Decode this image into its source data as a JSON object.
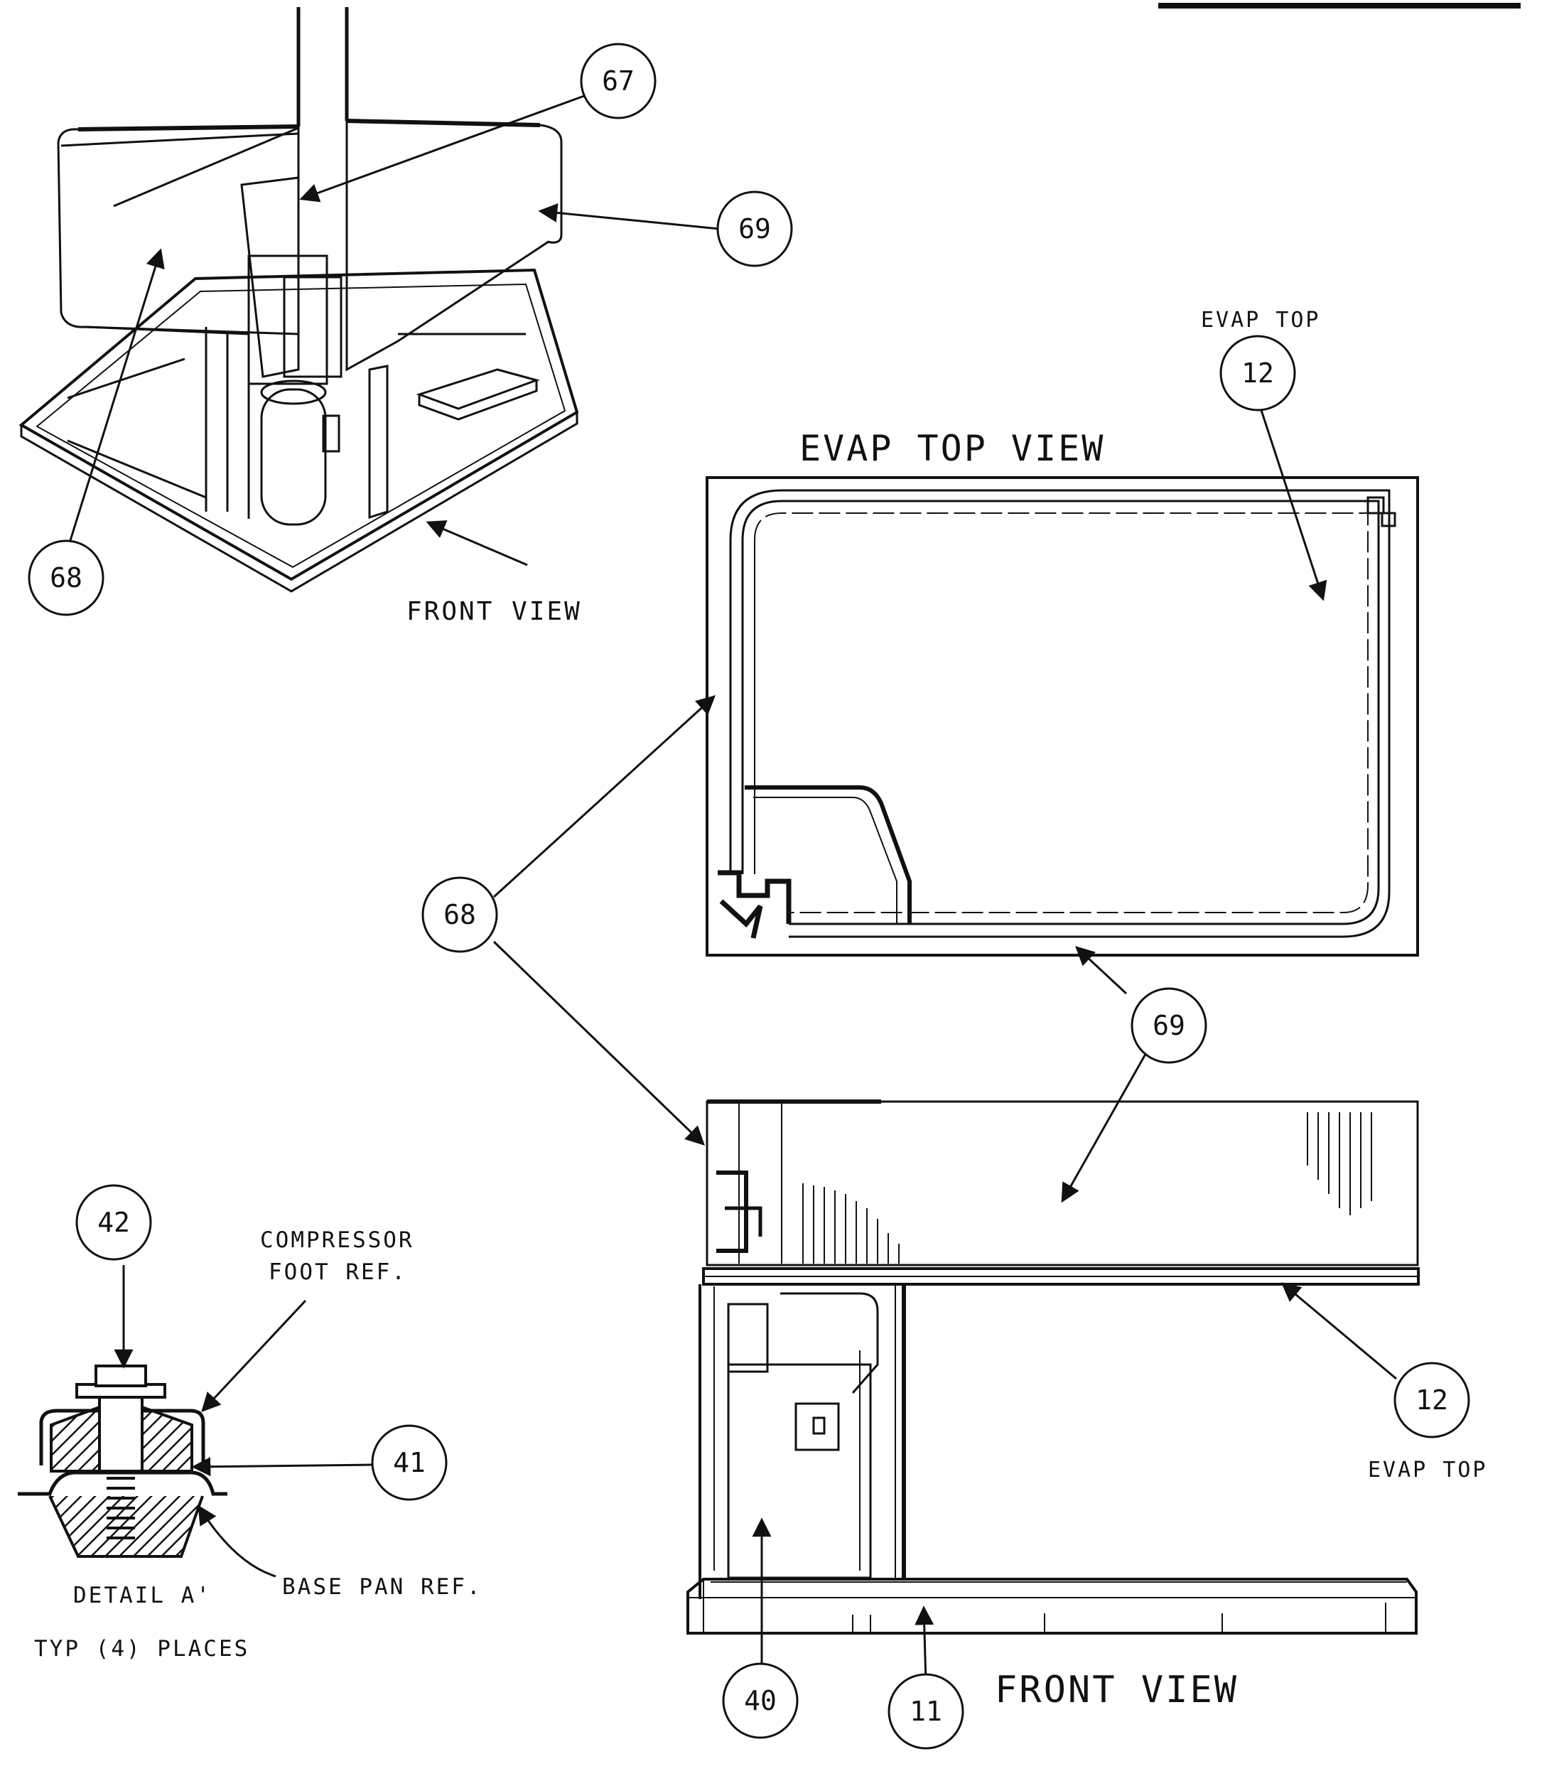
{
  "views": {
    "top_left_label": "FRONT VIEW",
    "evap_top_view_title": "EVAP TOP VIEW",
    "evap_top_upper_label": "EVAP TOP",
    "evap_top_lower_label": "EVAP TOP",
    "front_view_label": "FRONT VIEW"
  },
  "detail": {
    "title": "DETAIL A'",
    "places": "TYP (4) PLACES",
    "compressor_ref_line1": "COMPRESSOR",
    "compressor_ref_line2": "FOOT REF.",
    "base_pan_ref": "BASE PAN REF."
  },
  "callouts": {
    "c67": "67",
    "c69_top": "69",
    "c68_top": "68",
    "c12_top": "12",
    "c68_mid": "68",
    "c69_mid": "69",
    "c12_bottom": "12",
    "c42": "42",
    "c41": "41",
    "c40": "40",
    "c11": "11"
  }
}
